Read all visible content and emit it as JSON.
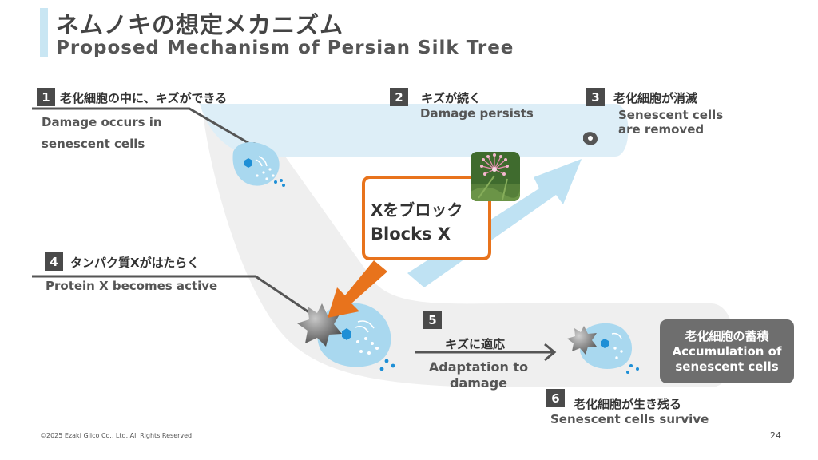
{
  "title": {
    "jp": "ネムノキの想定メカニズム",
    "en": "Proposed Mechanism of Persian Silk Tree"
  },
  "steps": [
    {
      "num": "1",
      "jp": "老化細胞の中に、キズができる",
      "en_line1": "Damage occurs in",
      "en_line2": "senescent cells"
    },
    {
      "num": "2",
      "jp": "キズが続く",
      "en_line1": "Damage persists"
    },
    {
      "num": "3",
      "jp": "老化細胞が消滅",
      "en_line1": "Senescent cells",
      "en_line2": "are removed"
    },
    {
      "num": "4",
      "jp": "タンパク質Xがはたらく",
      "en_line1": "Protein X becomes active"
    },
    {
      "num": "5",
      "jp": "キズに適応",
      "en_line1": "Adaptation to",
      "en_line2": "damage"
    },
    {
      "num": "6",
      "jp": "老化細胞が生き残る",
      "en_line1": "Senescent cells survive"
    }
  ],
  "block": {
    "jp": "Xをブロック",
    "en": "Blocks X"
  },
  "accumulation": {
    "jp": "老化細胞の蓄積",
    "en_line1": "Accumulation of",
    "en_line2": "senescent cells"
  },
  "footer": {
    "copyright": "©2025 Ezaki Glico Co., Ltd. All Rights Reserved",
    "page": "24"
  },
  "colors": {
    "accent": "#c9e6f3",
    "orange": "#e8731c",
    "cell_blue": "#a9d8ef",
    "nucleus": "#1e8fd6",
    "dark_box": "#6e6e6e"
  }
}
